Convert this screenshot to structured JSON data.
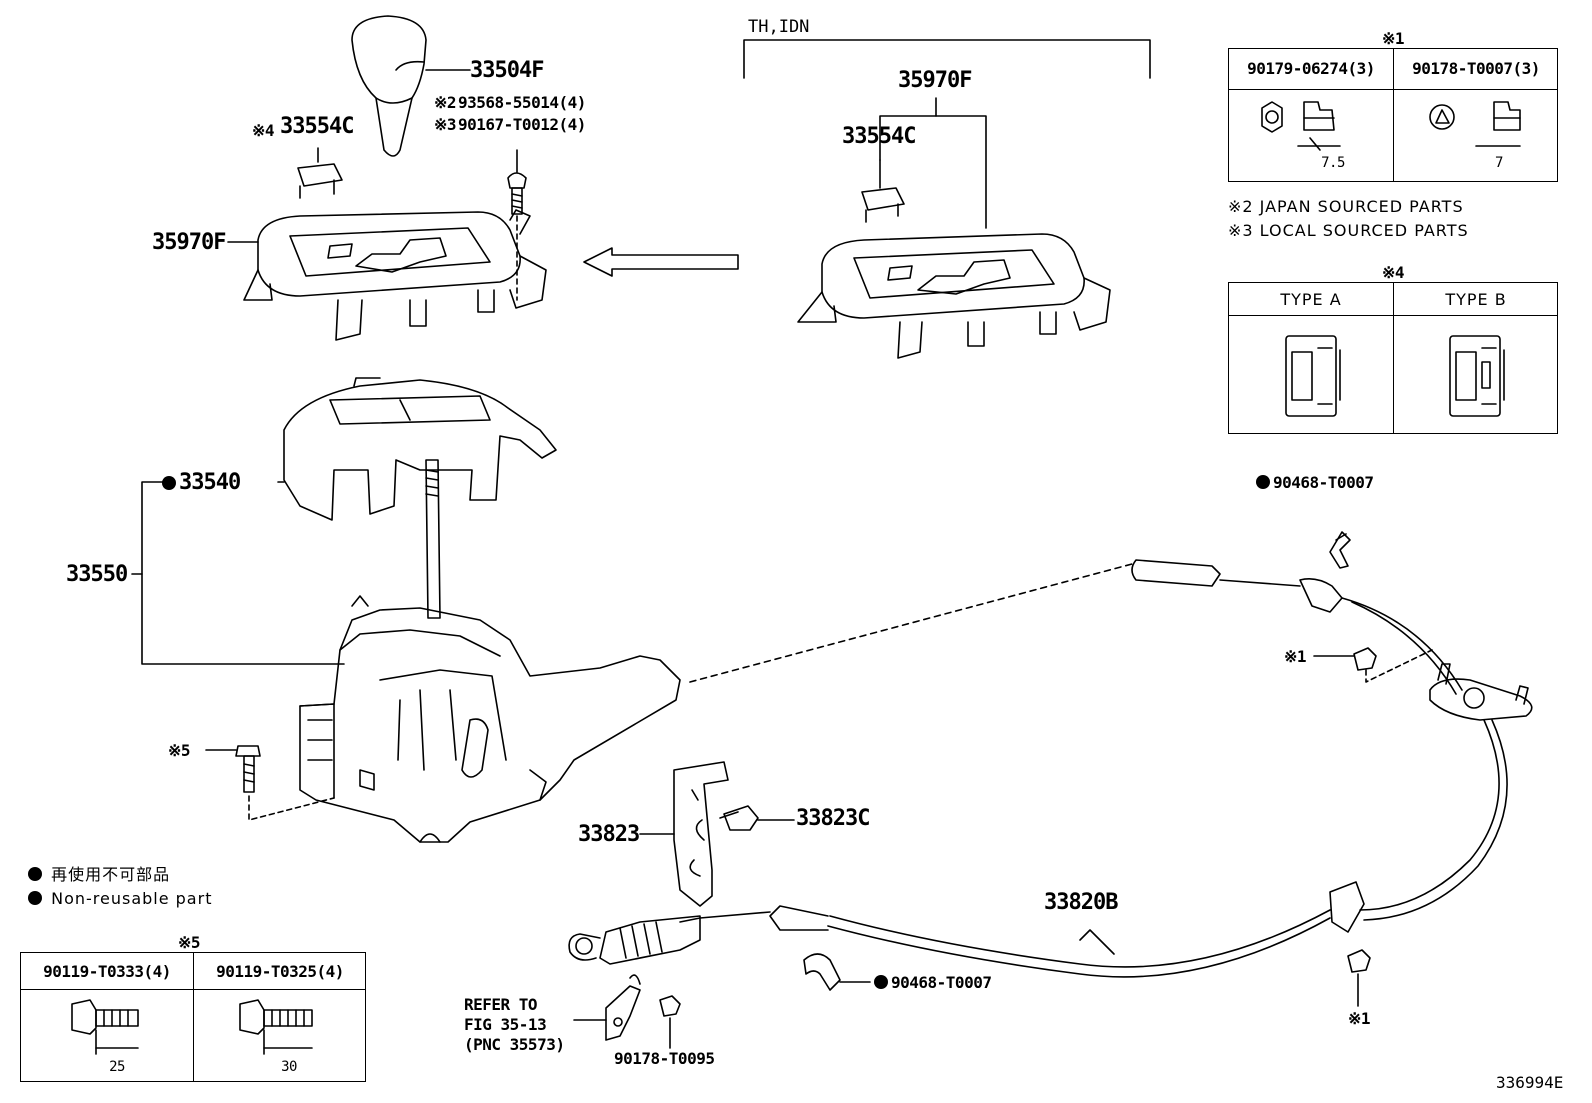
{
  "labels": {
    "th_idn": "TH,IDN",
    "knob": "33504F",
    "screw_japan": "93568-55014(4)",
    "screw_local": "90167-T0012(4)",
    "japan_mark": "※2",
    "local_mark": "※3",
    "clip_top_left": "33554C",
    "clip_top_left_mark": "※4",
    "bezel_left": "35970F",
    "bezel_right": "35970F",
    "clip_right": "33554C",
    "cover": "33540",
    "shift_lever_assy": "33550",
    "bolt_mark": "※5",
    "bracket": "33823",
    "bracket_bolt": "33823C",
    "cable": "33820B",
    "clip_upper": "90468-T0007",
    "clip_lower": "90468-T0007",
    "nut_mark_upper": "※1",
    "nut_mark_lower": "※1",
    "refer_line1": "REFER TO",
    "refer_line2": "FIG 35-13",
    "refer_line3": "(PNC 35573)",
    "nut_lower": "90178-T0095",
    "figure_code": "336994E"
  },
  "legend": {
    "jp": "再使用不可部品",
    "en": "Non-reusable part"
  },
  "notes": {
    "japan": "※2 JAPAN SOURCED PARTS",
    "local": "※3 LOCAL SOURCED PARTS"
  },
  "table1": {
    "mark": "※1",
    "col1": "90179-06274(3)",
    "col2": "90178-T0007(3)",
    "dim1": "7.5",
    "dim2": "7"
  },
  "table4": {
    "mark": "※4",
    "col1": "TYPE A",
    "col2": "TYPE B"
  },
  "table5": {
    "mark": "※5",
    "col1": "90119-T0333(4)",
    "col2": "90119-T0325(4)",
    "dim1": "25",
    "dim2": "30"
  }
}
